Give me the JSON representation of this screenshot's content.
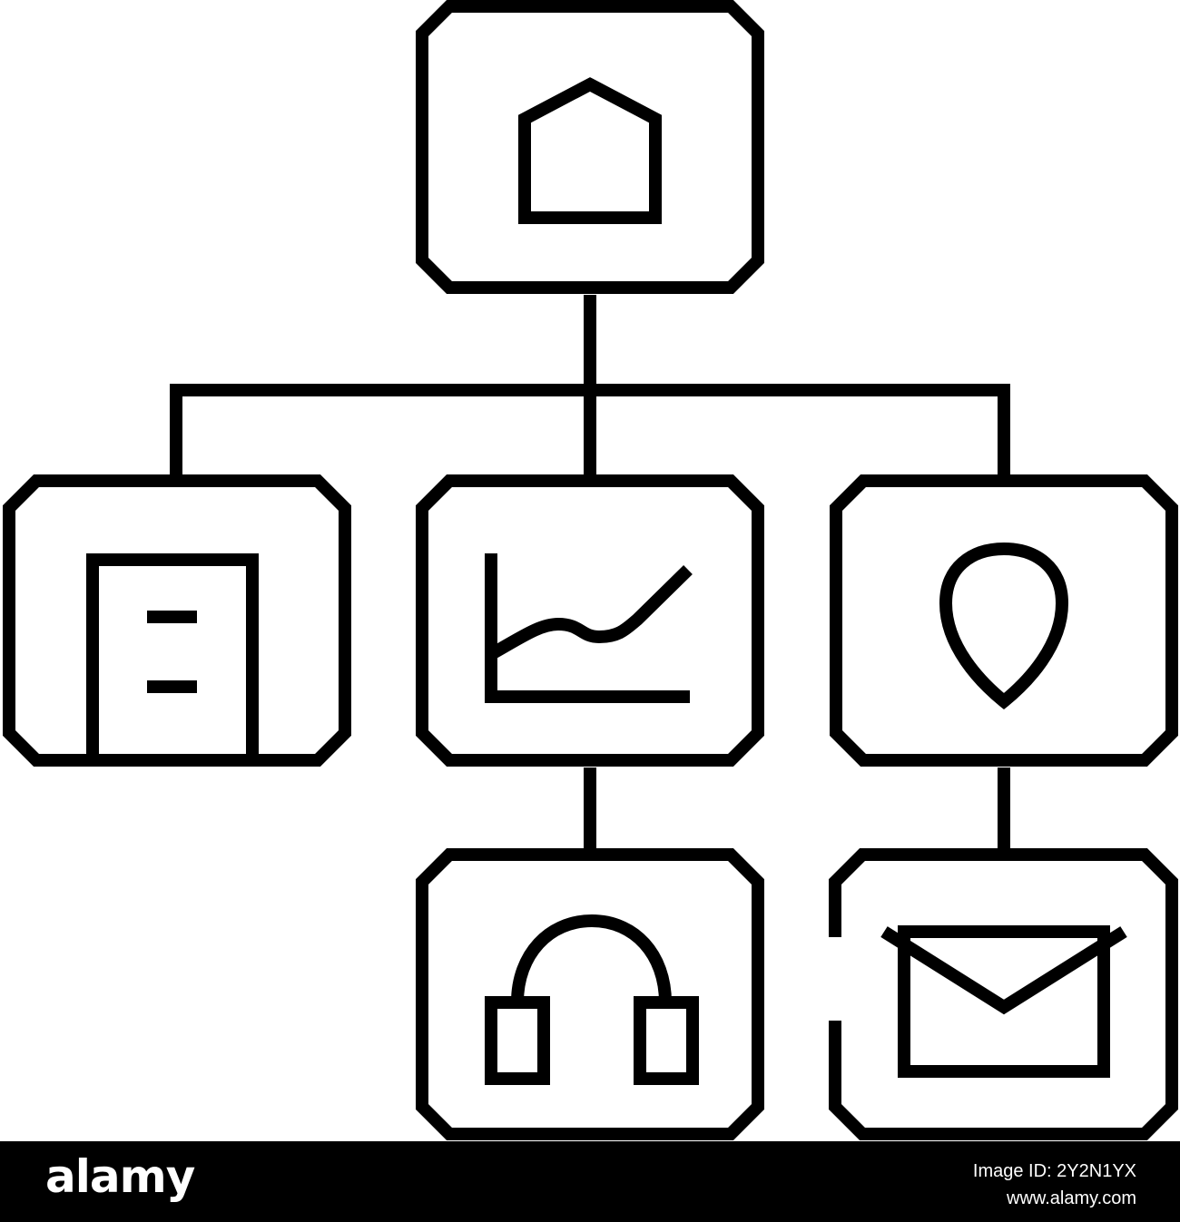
{
  "diagram": {
    "colors": {
      "stroke": "#000000",
      "background": "#ffffff"
    },
    "nodes": [
      {
        "id": "root",
        "icon": "house-icon"
      },
      {
        "id": "left",
        "icon": "building-icon"
      },
      {
        "id": "center",
        "icon": "line-chart-icon"
      },
      {
        "id": "right",
        "icon": "location-pin-icon"
      },
      {
        "id": "bottom-center",
        "icon": "headphones-icon"
      },
      {
        "id": "bottom-right",
        "icon": "envelope-icon"
      }
    ],
    "edges": [
      [
        "root",
        "left"
      ],
      [
        "root",
        "center"
      ],
      [
        "root",
        "right"
      ],
      [
        "center",
        "bottom-center"
      ],
      [
        "right",
        "bottom-right"
      ]
    ]
  },
  "watermark": {
    "brand": "alamy",
    "image_id": "Image ID: 2Y2N1YX",
    "site": "www.alamy.com",
    "colors": {
      "bar": "#000000",
      "text": "#ffffff"
    }
  }
}
